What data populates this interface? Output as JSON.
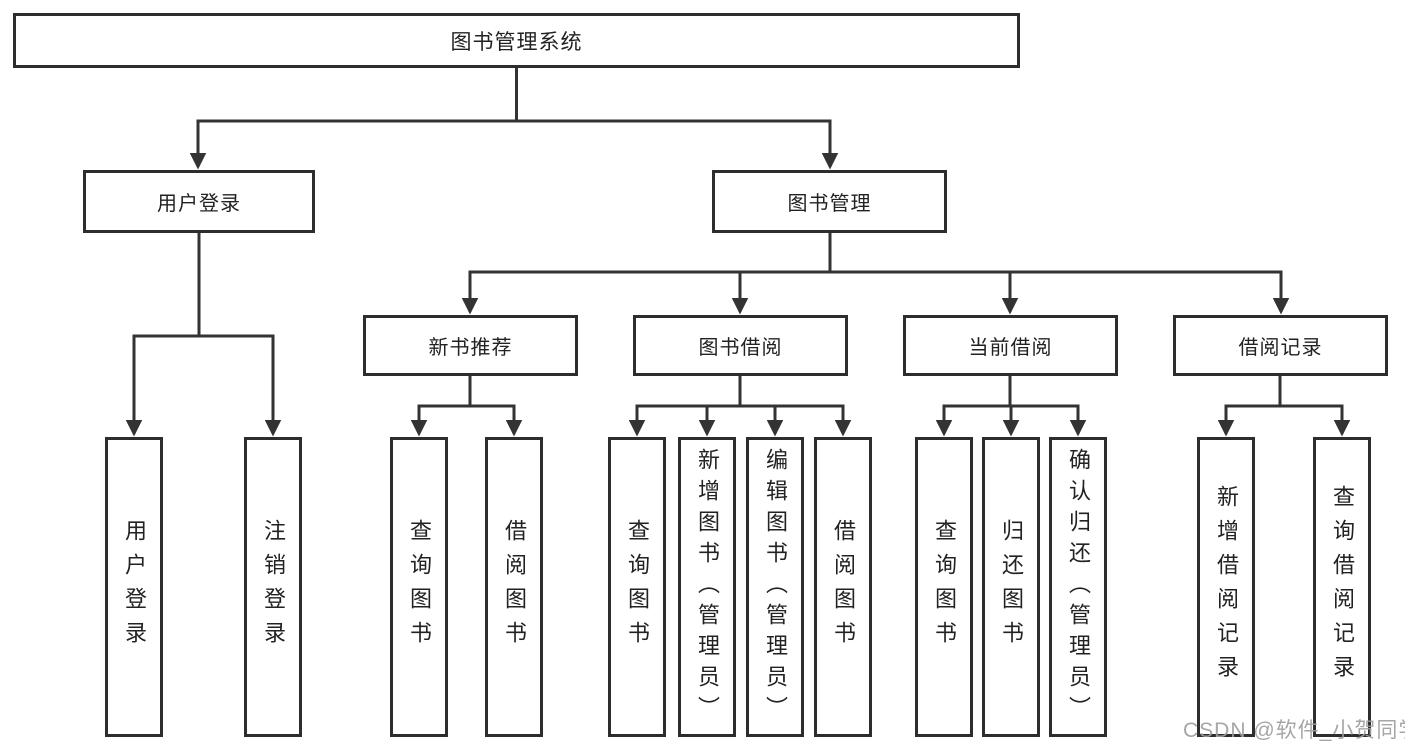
{
  "diagram": {
    "type": "hierarchy-tree",
    "colors": {
      "line": "#333333",
      "box_border": "#2d2d2d",
      "box_fill": "#ffffff",
      "text": "#222222",
      "watermark_text": "#9e9e9e",
      "background": "#ffffff"
    },
    "root": {
      "label": "图书管理系统"
    },
    "branches": [
      {
        "label": "用户登录",
        "children": [
          {
            "label": "用户登录"
          },
          {
            "label": "注销登录"
          }
        ]
      },
      {
        "label": "图书管理",
        "children": [
          {
            "label": "新书推荐",
            "children": [
              {
                "label": "查询图书"
              },
              {
                "label": "借阅图书"
              }
            ]
          },
          {
            "label": "图书借阅",
            "children": [
              {
                "label": "查询图书"
              },
              {
                "label": "新增图书（管理员）"
              },
              {
                "label": "编辑图书（管理员）"
              },
              {
                "label": "借阅图书"
              }
            ]
          },
          {
            "label": "当前借阅",
            "children": [
              {
                "label": "查询图书"
              },
              {
                "label": "归还图书"
              },
              {
                "label": "确认归还（管理员）"
              }
            ]
          },
          {
            "label": "借阅记录",
            "children": [
              {
                "label": "新增借阅记录"
              },
              {
                "label": "查询借阅记录"
              }
            ]
          }
        ]
      }
    ],
    "watermark": "CSDN @软件_小贺同学"
  }
}
